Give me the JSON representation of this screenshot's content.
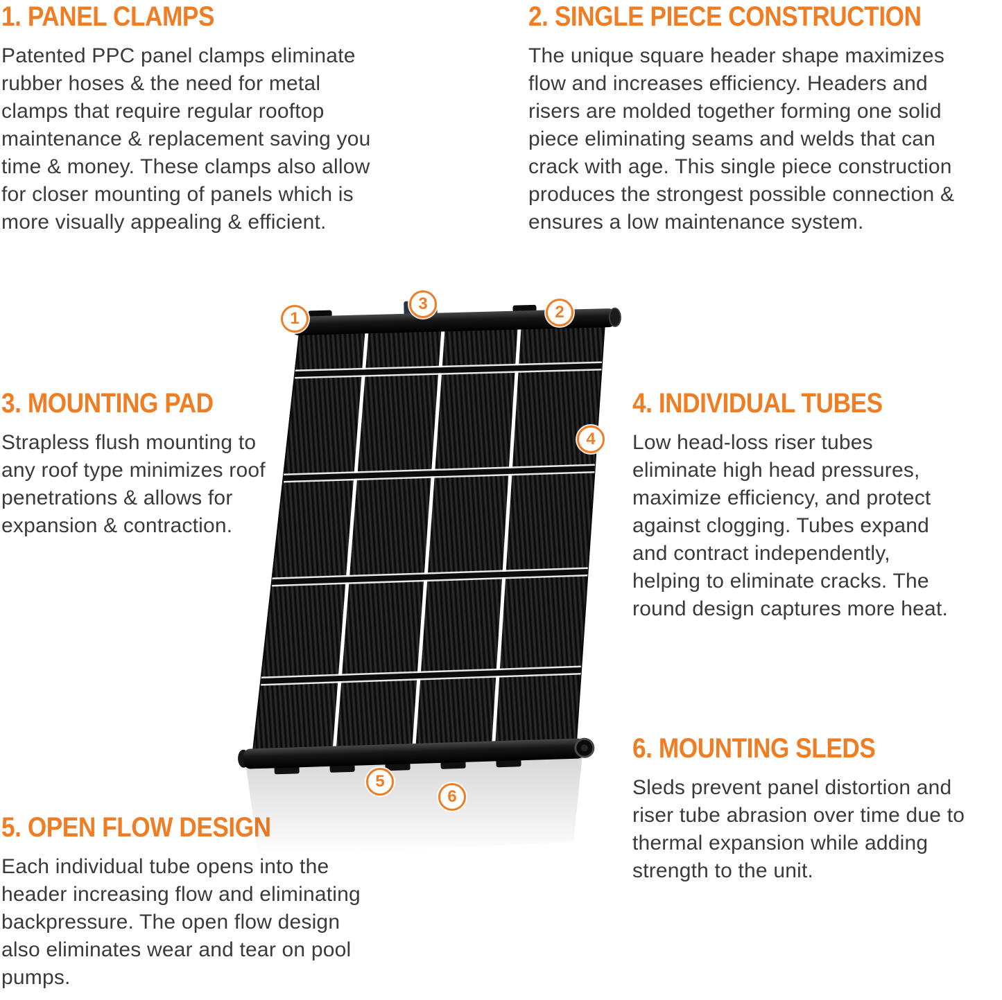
{
  "colors": {
    "accent_orange": "#ef7d23",
    "body_text": "#3a3a3a",
    "panel_black": "#1a1a1a",
    "background": "#ffffff"
  },
  "sections": [
    {
      "title": "1. PANEL CLAMPS",
      "body": "Patented PPC panel clamps eliminate rubber hoses & the need for metal clamps that require regular rooftop maintenance & replacement saving you time & money. These clamps also allow for closer mounting of panels which is more visually appealing & efficient."
    },
    {
      "title": "2. SINGLE PIECE CONSTRUCTION",
      "body": "The unique square header shape maximizes flow and increases efficiency. Headers and risers are molded together forming one solid piece eliminating seams and welds that can crack with age. This single piece construction produces the strongest possible connection & ensures a low maintenance system."
    },
    {
      "title": "3. MOUNTING PAD",
      "body": "Strapless flush mounting to any roof type minimizes roof penetrations & allows for expansion & contraction."
    },
    {
      "title": "4. INDIVIDUAL TUBES",
      "body": "Low head-loss riser tubes eliminate high head pressures, maximize efficiency, and protect against clogging. Tubes expand and contract independently, helping to eliminate cracks. The round design captures more heat."
    },
    {
      "title": "5. OPEN FLOW DESIGN",
      "body": "Each individual tube opens into the header increasing flow and eliminating backpressure. The open flow design also eliminates wear and tear on pool pumps."
    },
    {
      "title": "6. MOUNTING SLEDS",
      "body": "Sleds prevent panel distortion and riser tube abrasion over time due to thermal expansion while adding strength to the unit."
    }
  ],
  "callouts": [
    {
      "label": "1"
    },
    {
      "label": "2"
    },
    {
      "label": "3"
    },
    {
      "label": "4"
    },
    {
      "label": "5"
    },
    {
      "label": "6"
    }
  ]
}
